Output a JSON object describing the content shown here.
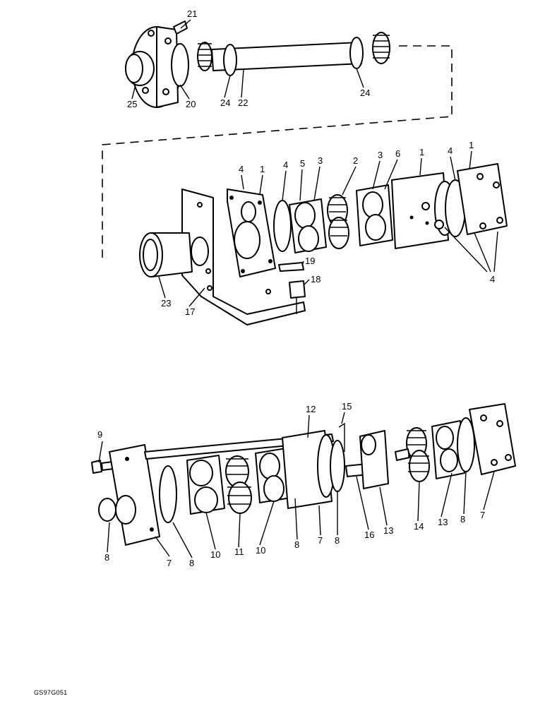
{
  "callouts": {
    "top": [
      "21",
      "25",
      "20",
      "24",
      "22",
      "24"
    ],
    "middle": [
      "4",
      "1",
      "4",
      "5",
      "3",
      "2",
      "3",
      "6",
      "1",
      "4",
      "1",
      "19",
      "18",
      "4",
      "23",
      "17"
    ],
    "bottom": [
      "12",
      "15",
      "9",
      "8",
      "7",
      "8",
      "10",
      "11",
      "10",
      "8",
      "7",
      "8",
      "16",
      "13",
      "14",
      "13",
      "8",
      "7"
    ]
  },
  "figure_reference": "GS97G051"
}
